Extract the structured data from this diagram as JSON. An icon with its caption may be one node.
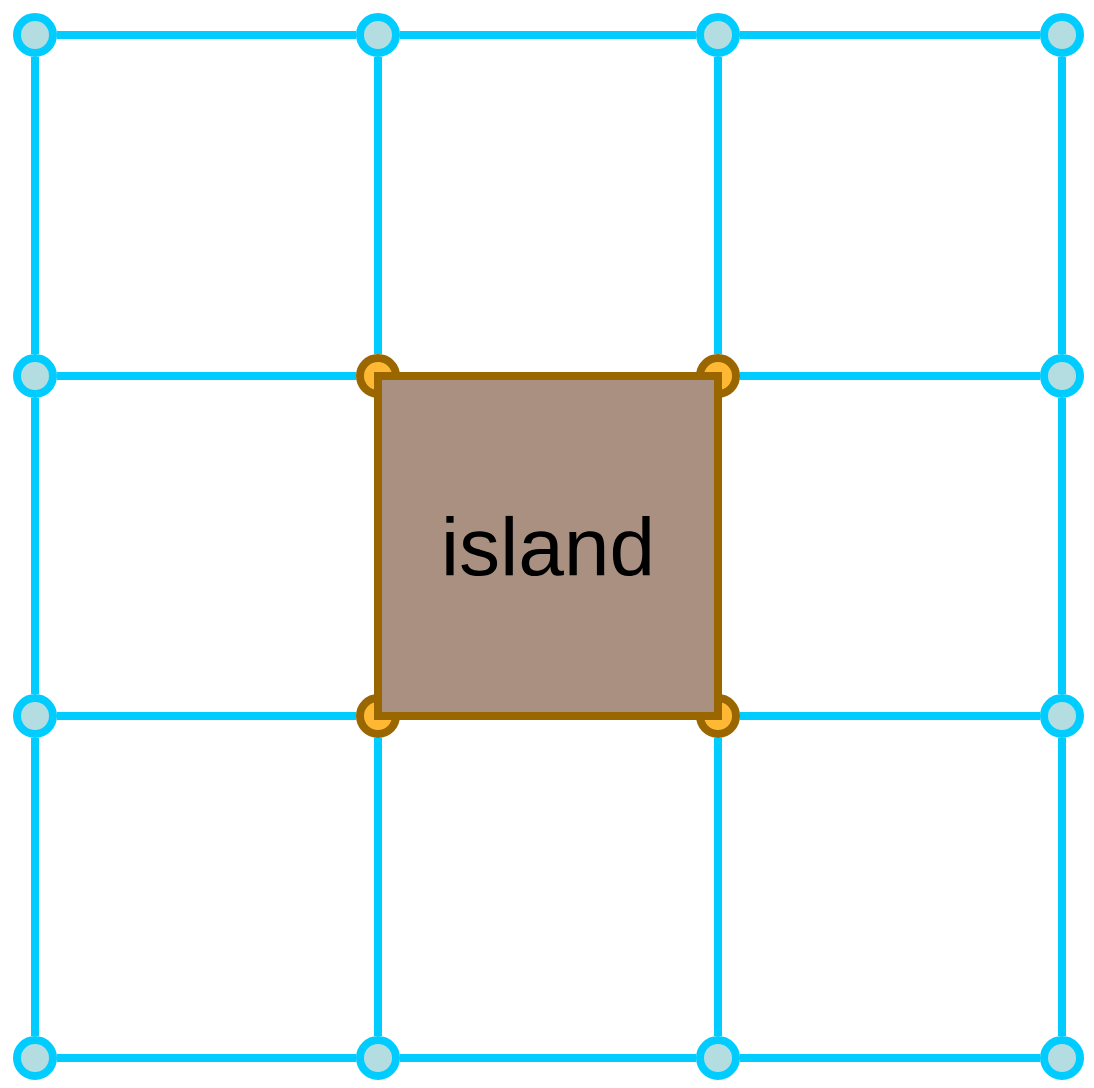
{
  "diagram": {
    "nodes": [
      {
        "text": [],
        "shape": "circle"
      },
      {
        "text": [],
        "shape": "circle"
      },
      {
        "text": [],
        "shape": "circle"
      },
      {
        "text": [],
        "shape": "circle"
      },
      {
        "text": [],
        "shape": "circle"
      },
      {
        "text": [],
        "shape": "circle"
      },
      {
        "text": [],
        "shape": "circle"
      },
      {
        "text": [],
        "shape": "circle"
      },
      {
        "text": [],
        "shape": "circle"
      },
      {
        "text": [],
        "shape": "circle"
      },
      {
        "text": [],
        "shape": "circle"
      },
      {
        "text": [],
        "shape": "circle"
      },
      {
        "text": [],
        "shape": "circle"
      },
      {
        "text": [],
        "shape": "circle"
      },
      {
        "text": [],
        "shape": "circle"
      },
      {
        "text": [],
        "shape": "circle"
      },
      {
        "text": [
          "island"
        ]
      }
    ],
    "edges": [
      {
        "from": 0,
        "to": 1,
        "arrow": "none"
      },
      {
        "from": 1,
        "to": 2,
        "arrow": "none"
      },
      {
        "from": 2,
        "to": 3,
        "arrow": "none"
      },
      {
        "from": 4,
        "to": 5,
        "arrow": "none"
      },
      {
        "from": 5,
        "to": 6,
        "arrow": "none",
        "color": "#996600"
      },
      {
        "from": 6,
        "to": 7,
        "arrow": "none"
      },
      {
        "from": 8,
        "to": 9,
        "arrow": "none"
      },
      {
        "from": 9,
        "to": 10,
        "arrow": "none",
        "color": "#996600"
      },
      {
        "from": 10,
        "to": 11,
        "arrow": "none"
      },
      {
        "from": 12,
        "to": 13,
        "arrow": "none"
      },
      {
        "from": 13,
        "to": 14,
        "arrow": "none"
      },
      {
        "from": 14,
        "to": 15,
        "arrow": "none"
      },
      {
        "from": 0,
        "to": 4,
        "arrow": "none"
      },
      {
        "from": 4,
        "to": 8,
        "arrow": "none"
      },
      {
        "from": 8,
        "to": 12,
        "arrow": "none"
      },
      {
        "from": 1,
        "to": 5,
        "arrow": "none"
      },
      {
        "from": 5,
        "to": 9,
        "arrow": "none",
        "color": "#996600"
      },
      {
        "from": 9,
        "to": 13,
        "arrow": "none"
      },
      {
        "from": 2,
        "to": 6,
        "arrow": "none"
      },
      {
        "from": 6,
        "to": 10,
        "arrow": "none",
        "color": "#996600"
      },
      {
        "from": 10,
        "to": 14,
        "arrow": "none"
      },
      {
        "from": 3,
        "to": 7,
        "arrow": "none"
      },
      {
        "from": 7,
        "to": 11,
        "arrow": "none"
      },
      {
        "from": 11,
        "to": 15,
        "arrow": "none"
      }
    ]
  }
}
